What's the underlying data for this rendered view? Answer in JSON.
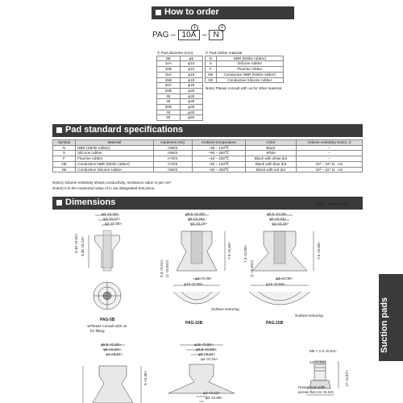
{
  "how_to_order": {
    "title": "How to order",
    "code_prefix": "PAG",
    "dash": "–",
    "diameter_code": "10A",
    "rubber_code": "N",
    "marker_1": "1",
    "marker_2": "2",
    "diameter_table": {
      "header": "① Pad diameter (mm)",
      "rows": [
        [
          "5B",
          "φ5"
        ],
        [
          "10A",
          "φ10"
        ],
        [
          "10B",
          "φ10"
        ],
        [
          "15A",
          "φ15"
        ],
        [
          "15B",
          "φ15"
        ],
        [
          "20A",
          "φ20"
        ],
        [
          "20B",
          "φ20"
        ],
        [
          "25",
          "φ25"
        ],
        [
          "30",
          "φ30"
        ],
        [
          "30B",
          "φ30"
        ],
        [
          "40",
          "φ40"
        ],
        [
          "50",
          "φ50"
        ]
      ]
    },
    "material_table": {
      "header": "② Pad rubber material",
      "rows": [
        [
          "N",
          "NBR (Nitrile rubber)"
        ],
        [
          "S",
          "Silicone rubber"
        ],
        [
          "F",
          "Fluorine rubber"
        ],
        [
          "NE",
          "Conductive NBR (Nitrile rubber)"
        ],
        [
          "SE",
          "Conductive Silicone rubber"
        ]
      ],
      "note": "Note) Please consult with us for other material."
    }
  },
  "specifications": {
    "title": "Pad standard specifications",
    "headers": [
      "Symbol",
      "Material",
      "Hardness (Hs)",
      "Ambient temperature",
      "Color",
      "Volume resistivity Note1, 2"
    ],
    "rows": [
      [
        "N",
        "NBR (Nitrile rubber)",
        "A55/S",
        "–26 – 120℃",
        "Black",
        "–"
      ],
      [
        "S",
        "Silicone rubber",
        "A55/S",
        "–60 – 250℃",
        "White",
        "–"
      ],
      [
        "F",
        "Fluorine rubber",
        "A70/S",
        "–10 – 230℃",
        "Black with white dot",
        "–"
      ],
      [
        "NE",
        "Conductive NBR (Nitrile rubber)",
        "A70/S",
        "–26 – 120℃",
        "Black with blue dot",
        "10³ – 10⁵  Ω · cm"
      ],
      [
        "SE",
        "Conductive Silicone rubber",
        "A55/S",
        "–60 – 250℃",
        "Black with red dot",
        "10³ – 10⁴  Ω · cm"
      ]
    ],
    "note1": "Note1) Volume resistivity shows conductivity, resistance value is per cm³.",
    "note2": "Note2) It is the measured value of in our designated test piece."
  },
  "dimensions": {
    "title": "Dimensions",
    "unit": "Unit : mm <inch>",
    "pag5b": {
      "caption": "PAG-5B",
      "note_line1": "※Please consult with us",
      "note_line2": "for fitting",
      "d1": "φ4 <0.16>",
      "d2": "φ3 <0.12>",
      "d3": "φ2 <0.08>",
      "h1": "0.45 <0.02>",
      "h2": "3.45 <0.14>"
    },
    "pag10b": {
      "caption": "PAG-10B",
      "d1": "φ8.5 <0.33>",
      "d2": "φ6 <0.24>",
      "d3": "φ4 <0.16>",
      "d4": "φ2 <0.08>",
      "d5": "φ10 <0.39>",
      "h1": "7.5 <0.30>",
      "h2": "0.3 <0.01>",
      "h3": "(1 <0.04>)",
      "texture": "Surface texturing"
    },
    "pag15b": {
      "caption": "PAG-15B",
      "d1": "φ8.5 <0.33>",
      "d2": "φ6 <0.24>",
      "d3": "φ4 <0.16>",
      "d4": "φ2 <0.08>",
      "d5": "φ15 <0.59>",
      "h1": "7.5 <0.30>",
      "h2": "7.5 <0.30>",
      "h3": "(1 <0.04>)",
      "texture": "Surface texturing"
    },
    "bottom_left": {
      "d1": "φ8.5 <0.33>",
      "d2": "φ6 <0.24>",
      "d3": "φ4 <0.16>",
      "h": "9 <0.35>"
    },
    "bottom_mid": {
      "d1": "φ15 <0.59>",
      "d2": "φ8.5 <0.33>",
      "d3": "φ6 <0.24>",
      "d4": "φ4 <0.16>",
      "d5": "φ3 <0.12>",
      "d6": "φ2 <0.08>"
    },
    "bottom_right": {
      "thread": "M6 × 1.0 <0.04>",
      "len": "14 <0.55>",
      "hex_line1": "Hexagonal width",
      "hex_line2": "across flat 2.5 <0.10>",
      "h1": "17 <0.67>"
    }
  },
  "side_tab": "Suction pads"
}
